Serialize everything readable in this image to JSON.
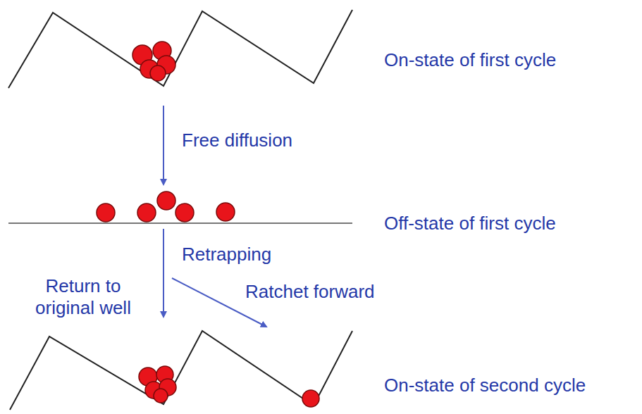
{
  "diagram": {
    "labels": [
      "On-state of first cycle",
      "Free diffusion",
      "Off-state of first cycle",
      "Retrapping",
      "Return to original well",
      "Ratchet forward",
      "On-state of second cycle"
    ]
  }
}
